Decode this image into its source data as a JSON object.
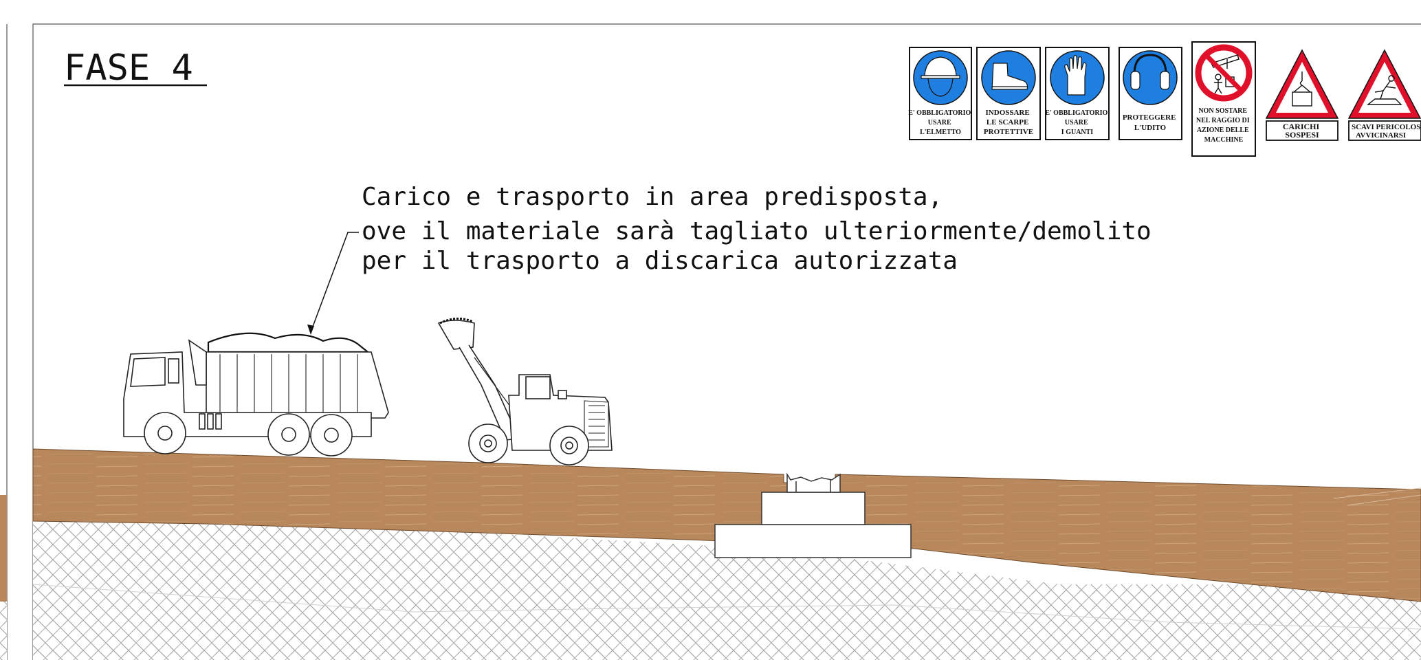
{
  "title": "FASE 4",
  "annotation": {
    "line1": "Carico e trasporto in area predisposta,",
    "line2": "ove il materiale sarà tagliato ulteriormente/demolito",
    "line3": "per il trasporto a discarica autorizzata"
  },
  "signs": [
    {
      "kind": "mandatory",
      "icon": "helmet-icon",
      "lines": [
        "E' OBBLIGATORIO",
        "USARE",
        "L'ELMETTO"
      ]
    },
    {
      "kind": "mandatory",
      "icon": "boot-icon",
      "lines": [
        "INDOSSARE",
        "LE SCARPE",
        "PROTETTIVE"
      ]
    },
    {
      "kind": "mandatory",
      "icon": "glove-icon",
      "lines": [
        "E' OBBLIGATORIO",
        "USARE",
        "I GUANTI"
      ]
    },
    {
      "kind": "mandatory",
      "icon": "ear-protection-icon",
      "lines": [
        "PROTEGGERE",
        "L'UDITO"
      ]
    },
    {
      "kind": "prohibition",
      "icon": "no-standing-machine-icon",
      "lines": [
        "NON SOSTARE",
        "NEL RAGGIO DI",
        "AZIONE DELLE",
        "MACCHINE"
      ]
    },
    {
      "kind": "warning",
      "icon": "suspended-load-icon",
      "lines": [
        "CARICHI",
        "SOSPESI"
      ]
    },
    {
      "kind": "warning",
      "icon": "excavation-icon",
      "lines": [
        "SCAVI PERICOLOSI",
        "AVVICINARSI"
      ]
    }
  ],
  "colors": {
    "soil": "#b8875c",
    "mandatory_blue": "#1f7fe0",
    "prohibition_red": "#e0102a",
    "line": "#222222"
  }
}
